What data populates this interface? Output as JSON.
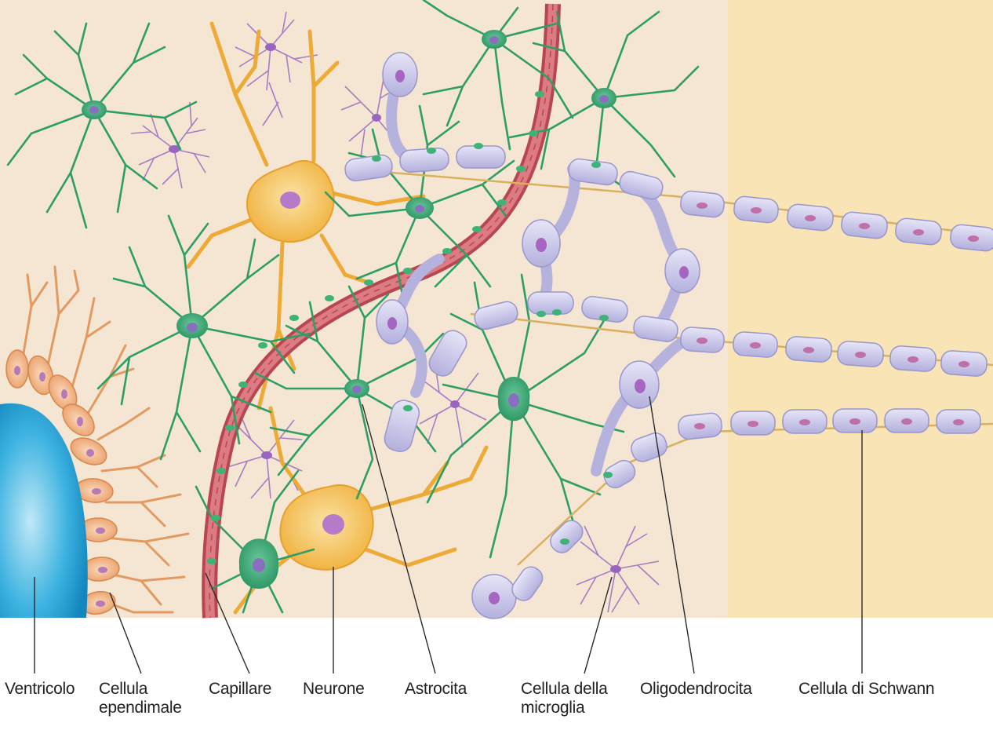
{
  "figure": {
    "colors": {
      "cns_background": "#f5e6d3",
      "pns_background": "#f8e4b4",
      "ventricle": "#1fa3d6",
      "ependymal": "#e8a06a",
      "astrocyte": "#2e9e66",
      "neuron": "#f0b43c",
      "microglia": "#a77cc4",
      "myelin": "#c8c6ea",
      "capillary": "#c9545c"
    },
    "labels": [
      {
        "id": "ventricolo",
        "lines": [
          "Ventricolo"
        ]
      },
      {
        "id": "cellula-ependimale",
        "lines": [
          "Cellula",
          "ependimale"
        ]
      },
      {
        "id": "capillare",
        "lines": [
          "Capillare"
        ]
      },
      {
        "id": "neurone",
        "lines": [
          "Neurone"
        ]
      },
      {
        "id": "astrocita",
        "lines": [
          "Astrocita"
        ]
      },
      {
        "id": "cellula-microglia",
        "lines": [
          "Cellula della",
          "microglia"
        ]
      },
      {
        "id": "oligodendrocita",
        "lines": [
          "Oligodendrocita"
        ]
      },
      {
        "id": "cellula-schwann",
        "lines": [
          "Cellula di Schwann"
        ]
      }
    ]
  }
}
